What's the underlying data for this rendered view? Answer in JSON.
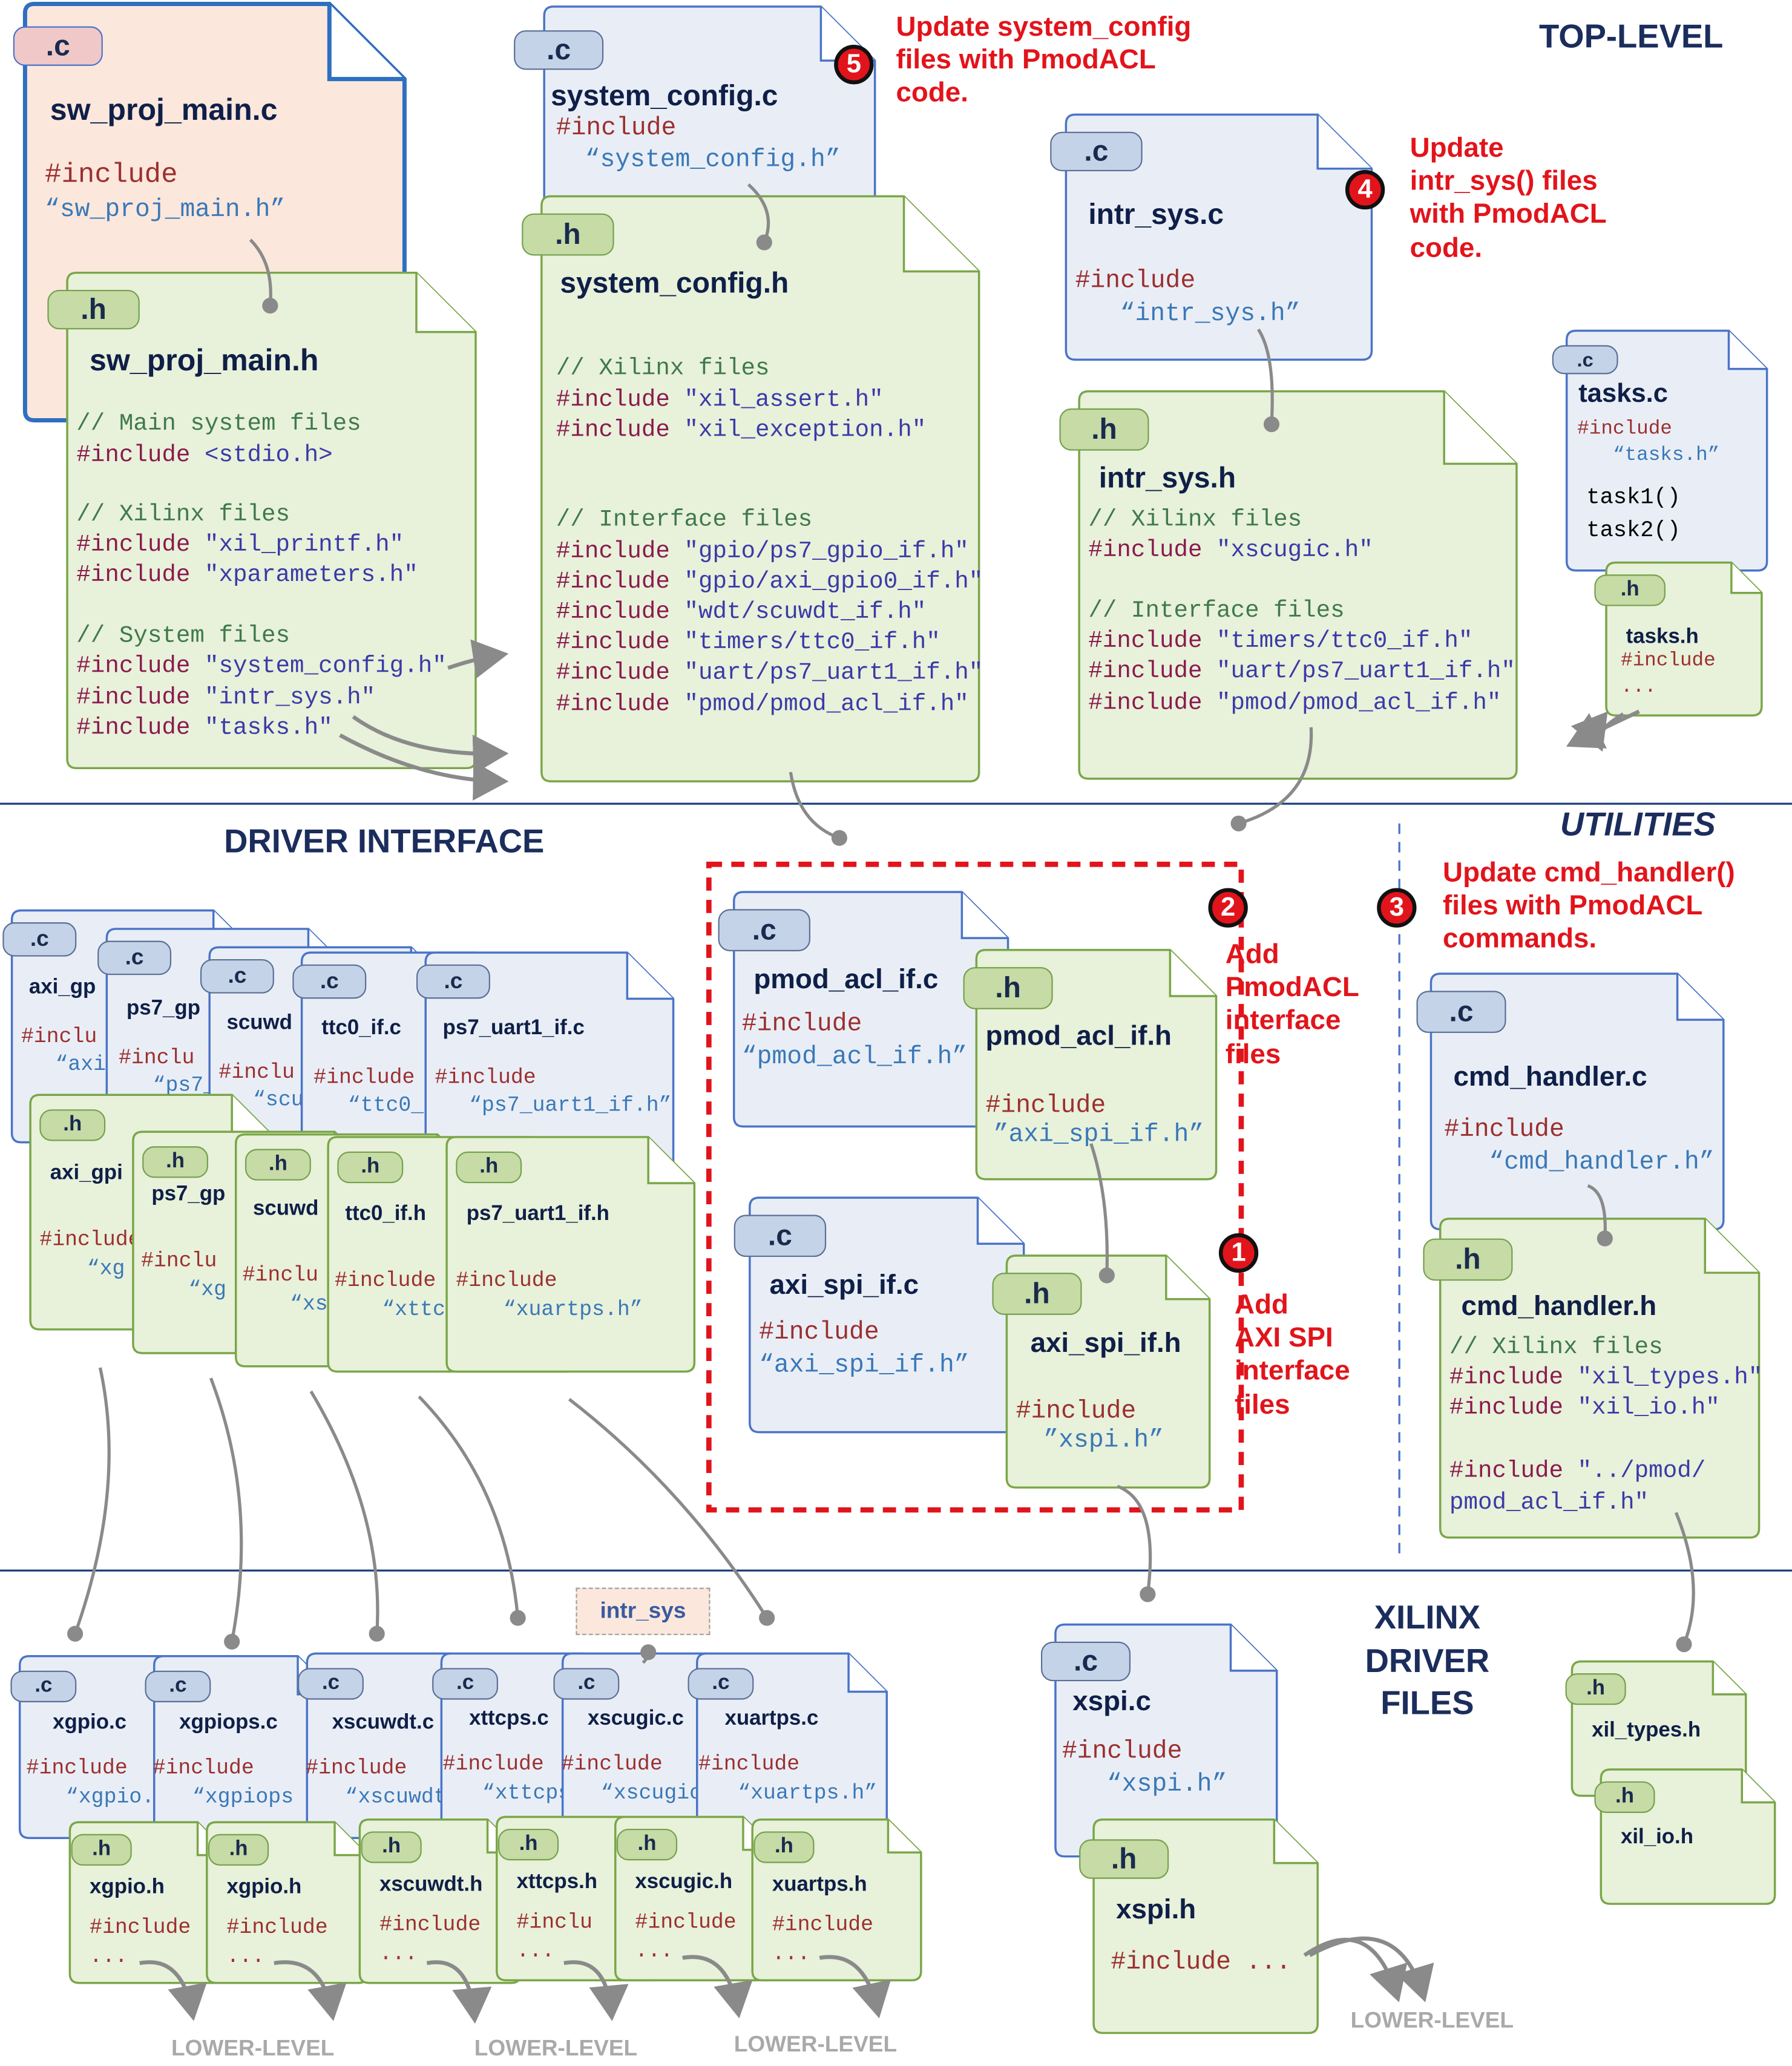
{
  "sections": {
    "top_level": "TOP-LEVEL",
    "driver_interface": "DRIVER INTERFACE",
    "utilities": "UTILITIES",
    "xilinx_driver_files": [
      "XILINX",
      "DRIVER",
      "FILES"
    ]
  },
  "steps": [
    {
      "num": "1",
      "lines": [
        "Add",
        "AXI SPI",
        "interface",
        "files"
      ]
    },
    {
      "num": "2",
      "lines": [
        "Add",
        "PmodACL",
        "interface",
        "files"
      ]
    },
    {
      "num": "3",
      "lines": [
        "Update cmd_handler()",
        "files with PmodACL",
        "commands."
      ]
    },
    {
      "num": "4",
      "lines": [
        "Update",
        "intr_sys() files",
        "with PmodACL",
        "code."
      ]
    },
    {
      "num": "5",
      "lines": [
        "Update system_config",
        "files with PmodACL",
        "code."
      ]
    }
  ],
  "tabs": {
    "c": ".c",
    "h": ".h"
  },
  "include_kw": "#include",
  "ellipsis": "...",
  "top": {
    "sw_proj_main_c": {
      "name": "sw_proj_main.c",
      "inc": "“sw_proj_main.h”"
    },
    "sw_proj_main_h": {
      "name": "sw_proj_main.h",
      "c1": "// Main system files",
      "i1": "<stdio.h>",
      "c2": "// Xilinx files",
      "i2": "\"xil_printf.h\"",
      "i3": "\"xparameters.h\"",
      "c3": "// System files",
      "i4": "\"system_config.h\"",
      "i5": "\"intr_sys.h\"",
      "i6": "\"tasks.h\""
    },
    "system_config_c": {
      "name": "system_config.c",
      "inc": "“system_config.h”"
    },
    "system_config_h": {
      "name": "system_config.h",
      "c1": "// Xilinx files",
      "i1": "\"xil_assert.h\"",
      "i2": "\"xil_exception.h\"",
      "c2": "// Interface files",
      "i3": "\"gpio/ps7_gpio_if.h\"",
      "i4": "\"gpio/axi_gpio0_if.h\"",
      "i5": "\"wdt/scuwdt_if.h\"",
      "i6": "\"timers/ttc0_if.h\"",
      "i7": "\"uart/ps7_uart1_if.h\"",
      "i8": "\"pmod/pmod_acl_if.h\""
    },
    "intr_sys_c": {
      "name": "intr_sys.c",
      "inc": "“intr_sys.h”"
    },
    "intr_sys_h": {
      "name": "intr_sys.h",
      "c1": "// Xilinx files",
      "i1": "\"xscugic.h\"",
      "c2": "// Interface files",
      "i2": "\"timers/ttc0_if.h\"",
      "i3": "\"uart/ps7_uart1_if.h\"",
      "i4": "\"pmod/pmod_acl_if.h\""
    },
    "tasks_c": {
      "name": "tasks.c",
      "inc": "“tasks.h”",
      "f1": "task1()",
      "f2": "task2()"
    },
    "tasks_h": {
      "name": "tasks.h"
    }
  },
  "driver": {
    "c_files": [
      {
        "name": "axi_gp",
        "inc": "“axi"
      },
      {
        "name": "ps7_gp",
        "inc": "“ps7_"
      },
      {
        "name": "scuwd",
        "inc": "“scuw"
      },
      {
        "name": "ttc0_if.c",
        "inc": "“ttc0_i"
      },
      {
        "name": "ps7_uart1_if.c",
        "inc": "“ps7_uart1_if.h”"
      }
    ],
    "h_files": [
      {
        "name": "axi_gpi",
        "inc": "“xg"
      },
      {
        "name": "ps7_gp",
        "inc": "“xg"
      },
      {
        "name": "scuwd",
        "inc": "“xs"
      },
      {
        "name": "ttc0_if.h",
        "inc": "“xttc"
      },
      {
        "name": "ps7_uart1_if.h",
        "inc": "“xuartps.h”"
      }
    ],
    "truncated_include": "#inclu",
    "pmod_acl_if_c": {
      "name": "pmod_acl_if.c",
      "inc": "“pmod_acl_if.h”"
    },
    "pmod_acl_if_h": {
      "name": "pmod_acl_if.h",
      "inc": "”axi_spi_if.h”"
    },
    "axi_spi_if_c": {
      "name": "axi_spi_if.c",
      "inc": "“axi_spi_if.h”"
    },
    "axi_spi_if_h": {
      "name": "axi_spi_if.h",
      "inc": "”xspi.h”"
    }
  },
  "utilities": {
    "cmd_handler_c": {
      "name": "cmd_handler.c",
      "inc": "“cmd_handler.h”"
    },
    "cmd_handler_h": {
      "name": "cmd_handler.h",
      "c1": "// Xilinx files",
      "i1": "\"xil_types.h\"",
      "i2": "\"xil_io.h\"",
      "i3": "\"../pmod/",
      "i3b": "pmod_acl_if.h\""
    }
  },
  "xilinx": {
    "intr_sys_label": "intr_sys",
    "c_files": [
      {
        "name": "xgpio.c",
        "inc": "“xgpio."
      },
      {
        "name": "xgpiops.c",
        "inc": "“xgpiops"
      },
      {
        "name": "xscuwdt.c",
        "inc": "“xscuwdt."
      },
      {
        "name": "xttcps.c",
        "inc": "“xttcps."
      },
      {
        "name": "xscugic.c",
        "inc": "“xscugic."
      },
      {
        "name": "xuartps.c",
        "inc": "“xuartps.h”"
      }
    ],
    "h_files": [
      {
        "name": "xgpio.h",
        "inc": "#include"
      },
      {
        "name": "xgpio.h",
        "inc": "#include"
      },
      {
        "name": "xscuwdt.h",
        "inc": "#include"
      },
      {
        "name": "xttcps.h",
        "inc": "#inclu"
      },
      {
        "name": "xscugic.h",
        "inc": "#include"
      },
      {
        "name": "xuartps.h",
        "inc": "#include"
      }
    ],
    "xspi_c": {
      "name": "xspi.c",
      "inc": "“xspi.h”"
    },
    "xspi_h": {
      "name": "xspi.h",
      "inc": "#include ..."
    },
    "xil_types_h": {
      "name": "xil_types.h"
    },
    "xil_io_h": {
      "name": "xil_io.h"
    }
  },
  "lower_level": "LOWER-LEVEL",
  "colors": {
    "c_fill": "#e9eef6",
    "c_stroke": "#4a74c8",
    "h_fill": "#e8f1da",
    "h_stroke": "#7aa648",
    "main_fill": "#fbe7dc",
    "red": "#e2141b",
    "navy": "#1b2d5c"
  }
}
